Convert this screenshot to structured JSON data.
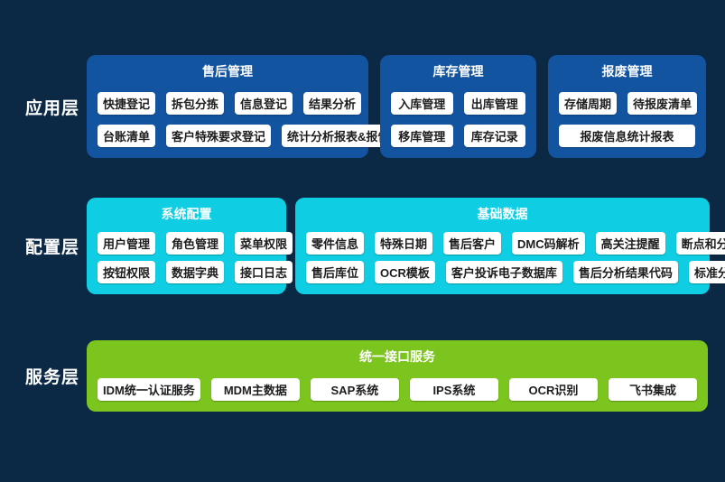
{
  "colors": {
    "background": "#0b2845",
    "application_panel": "#1254a0",
    "configuration_panel": "#0fcde2",
    "service_panel": "#7cc41e",
    "chip_background": "#ffffff",
    "chip_text": "#1d1d1f",
    "title_text": "#ffffff"
  },
  "layers": [
    {
      "id": "application-layer",
      "label": "应用层",
      "theme": "application_panel",
      "panels": [
        {
          "id": "after-sales-management",
          "title": "售后管理",
          "rows": [
            [
              "快捷登记",
              "拆包分拣",
              "信息登记",
              "结果分析"
            ],
            [
              "台账清单",
              "客户特殊要求登记",
              "统计分析报表&报告"
            ]
          ]
        },
        {
          "id": "inventory-management",
          "title": "库存管理",
          "rows": [
            [
              "入库管理",
              "出库管理"
            ],
            [
              "移库管理",
              "库存记录"
            ]
          ]
        },
        {
          "id": "scrap-management",
          "title": "报废管理",
          "rows": [
            [
              "存储周期",
              "待报废清单"
            ],
            [
              "报废信息统计报表"
            ]
          ]
        }
      ]
    },
    {
      "id": "configuration-layer",
      "label": "配置层",
      "theme": "configuration_panel",
      "panels": [
        {
          "id": "system-configuration",
          "title": "系统配置",
          "rows": [
            [
              "用户管理",
              "角色管理",
              "菜单权限"
            ],
            [
              "按钮权限",
              "数据字典",
              "接口日志"
            ]
          ]
        },
        {
          "id": "basic-data",
          "title": "基础数据",
          "rows": [
            [
              "零件信息",
              "特殊日期",
              "售后客户",
              "DMC码解析",
              "高关注提醒",
              "断点和分析比例"
            ],
            [
              "售后库位",
              "OCR模板",
              "客户投诉电子数据库",
              "售后分析结果代码",
              "标准分析周期"
            ]
          ]
        }
      ]
    },
    {
      "id": "service-layer",
      "label": "服务层",
      "theme": "service_panel",
      "panels": [
        {
          "id": "unified-interface-service",
          "title": "统一接口服务",
          "rows": [
            [
              "IDM统一认证服务",
              "MDM主数据",
              "SAP系统",
              "IPS系统",
              "OCR识别",
              "飞书集成"
            ]
          ]
        }
      ]
    }
  ]
}
